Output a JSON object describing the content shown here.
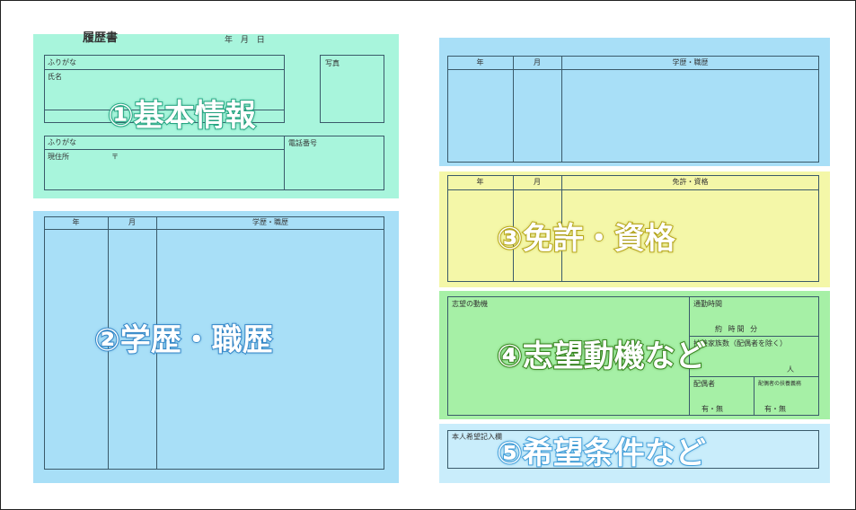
{
  "document": {
    "title": "履歴書",
    "date_label": "年 月 日"
  },
  "basic": {
    "furigana": "ふりがな",
    "name": "氏名",
    "photo": "写真",
    "furigana2": "ふりがな",
    "address": "現住所",
    "postal_mark": "〒",
    "phone": "電話番号",
    "overlay": "①基本情報"
  },
  "history_left": {
    "col_year": "年",
    "col_month": "月",
    "col_detail": "学歴・職歴",
    "overlay": "②学歴・職歴"
  },
  "history_right": {
    "col_year": "年",
    "col_month": "月",
    "col_detail": "学歴・職歴"
  },
  "licenses": {
    "col_year": "年",
    "col_month": "月",
    "col_detail": "免許・資格",
    "overlay": "③免許・資格"
  },
  "motivation": {
    "motive": "志望の動機",
    "commute": "通勤時間",
    "commute_value": "約 時間 分",
    "dependents": "扶養家族数（配偶者を除く）",
    "dependents_unit": "人",
    "spouse": "配偶者",
    "spouse_value": "有・無",
    "spouse_support": "配偶者の扶養義務",
    "spouse_support_value": "有・無",
    "overlay": "④志望動機など"
  },
  "preferences": {
    "label": "本人希望記入欄",
    "overlay": "⑤希望条件など"
  }
}
